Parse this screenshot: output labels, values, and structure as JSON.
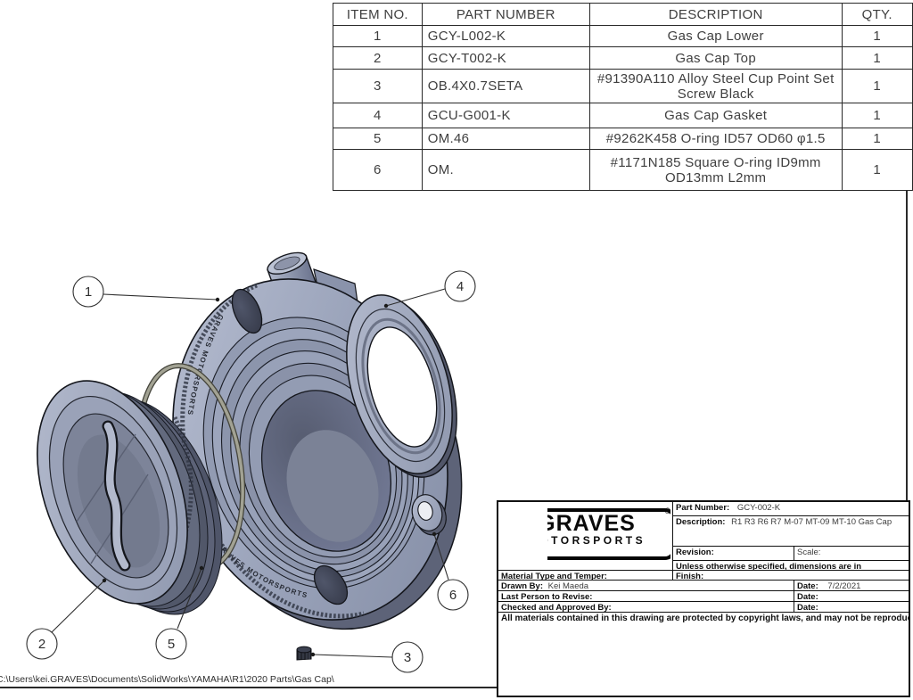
{
  "bom_table": {
    "headers": [
      "ITEM NO.",
      "PART NUMBER",
      "DESCRIPTION",
      "QTY."
    ],
    "rows": [
      {
        "item": "1",
        "part": "GCY-L002-K",
        "desc": "Gas Cap Lower",
        "qty": "1"
      },
      {
        "item": "2",
        "part": "GCY-T002-K",
        "desc": "Gas Cap Top",
        "qty": "1"
      },
      {
        "item": "3",
        "part": "OB.4X0.7SETA",
        "desc": "#91390A110 Alloy Steel Cup Point Set Screw Black",
        "qty": "1"
      },
      {
        "item": "4",
        "part": "GCU-G001-K",
        "desc": "Gas Cap Gasket",
        "qty": "1"
      },
      {
        "item": "5",
        "part": "OM.46",
        "desc": "#9262K458 O-ring ID57 OD60 φ1.5",
        "qty": "1"
      },
      {
        "item": "6",
        "part": "OM.",
        "desc": "#1171N185 Square O-ring ID9mm OD13mm L2mm",
        "qty": "1"
      }
    ]
  },
  "diagram": {
    "balloons": [
      {
        "label": "1"
      },
      {
        "label": "2"
      },
      {
        "label": "3"
      },
      {
        "label": "4"
      },
      {
        "label": "5"
      },
      {
        "label": "6"
      }
    ],
    "engraving": "GRAVES MOTORSPORTS",
    "part_color": "#98a1b8",
    "oring_color": "#9c9c8e"
  },
  "title_block": {
    "logo_line1": "GRAVES",
    "logo_line2": "MOTORSPORTS",
    "registered_mark": "®",
    "part_number_label": "Part Number:",
    "part_number": "GCY-002-K",
    "description_label": "Description:",
    "description": "R1 R3 R6 R7 M-07 MT-09 MT-10 Gas Cap",
    "revision_label": "Revision:",
    "scale_label": "Scale:",
    "units_note": "Unless otherwise specified, dimensions are in",
    "material_label": "Material Type and Temper:",
    "finish_label": "Finish:",
    "drawn_by_label": "Drawn By:",
    "drawn_by": "Kei Maeda",
    "drawn_date_label": "Date:",
    "drawn_date": "7/2/2021",
    "revise_label": "Last Person to Revise:",
    "revise_date_label": "Date:",
    "checked_label": "Checked and Approved By:",
    "checked_date_label": "Date:",
    "legal": "All materials contained in this drawing are protected by copyright laws, and may not be reproduced, republished, distributed, transmitted, displayed, broadcast or otherwise exploited in any manner without the express prior written permission of Graves Motorsports. Graves Motorsports' names and logos and all related trademarks (including Graves Motorsports Part Numbers), tradenames, and other intellectual property are the property of Graves Motorsports and cannot be used without its express prior written permission."
  },
  "footer": {
    "file_path": "C:\\Users\\kei.GRAVES\\Documents\\SolidWorks\\YAMAHA\\R1\\2020 Parts\\Gas Cap\\"
  }
}
